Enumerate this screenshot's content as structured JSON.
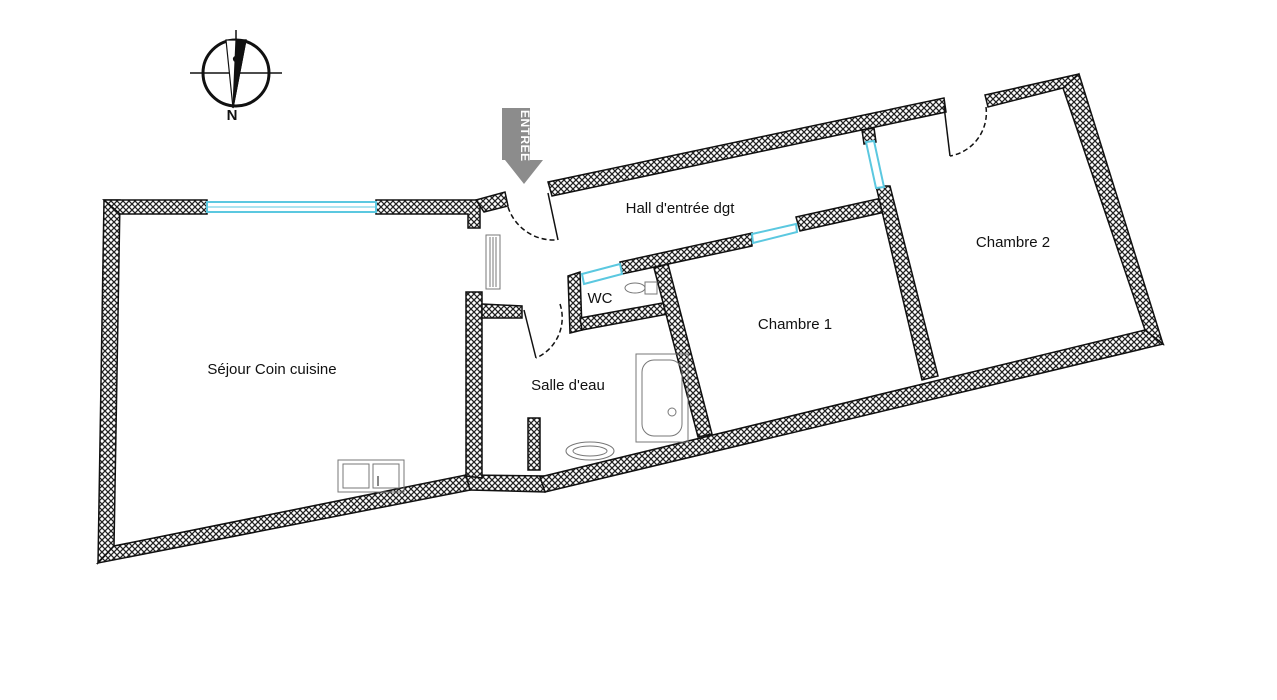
{
  "rooms": {
    "sejour": "Séjour Coin cuisine",
    "hall": "Hall d'entrée dgt",
    "wc": "WC",
    "salle_eau": "Salle d'eau",
    "chambre1": "Chambre 1",
    "chambre2": "Chambre 2"
  },
  "entrance": {
    "label": "ENTRÉE",
    "arrow_color": "#8c8c8c"
  },
  "compass": {
    "letter": "N"
  },
  "colors": {
    "wall_hatch": "#222222",
    "window": "#5bc8e0",
    "fixture": "#777777"
  }
}
